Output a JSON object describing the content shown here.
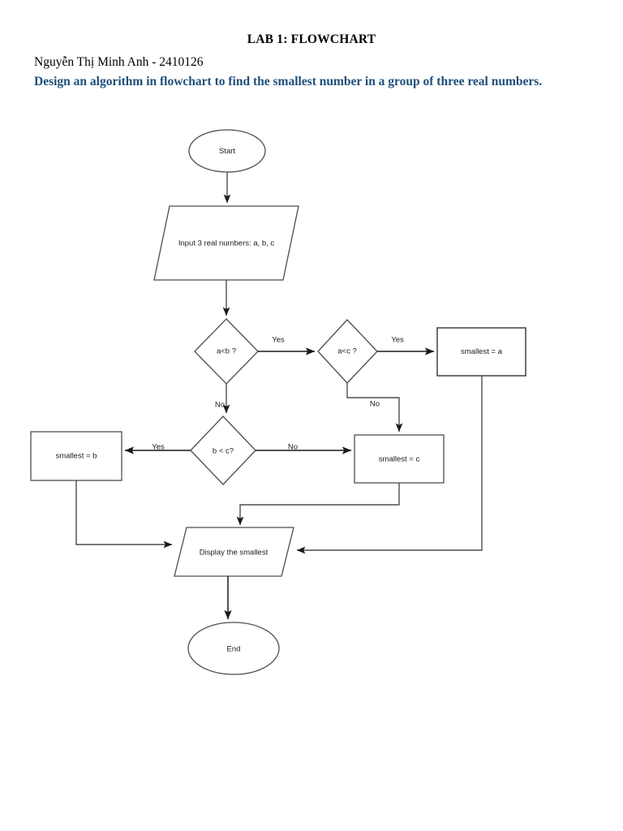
{
  "document": {
    "title": "LAB 1: FLOWCHART",
    "author": "Nguyễn Thị Minh Anh - 2410126",
    "prompt": "Design an algorithm in flowchart to find the smallest number in a group of three real numbers.",
    "title_color": "#000000",
    "prompt_color": "#1f4e79"
  },
  "flowchart": {
    "nodes": {
      "start": {
        "label": "Start",
        "shape": "ellipse"
      },
      "input": {
        "label": "Input 3 real numbers: a, b, c",
        "shape": "parallelogram"
      },
      "decision_ab": {
        "label": "a<b ?",
        "shape": "diamond"
      },
      "decision_ac": {
        "label": "a<c ?",
        "shape": "diamond"
      },
      "decision_bc": {
        "label": "b < c?",
        "shape": "diamond"
      },
      "assign_a": {
        "label": "smallest = a",
        "shape": "rectangle"
      },
      "assign_b": {
        "label": "smallest = b",
        "shape": "rectangle"
      },
      "assign_c": {
        "label": "smallest = c",
        "shape": "rectangle"
      },
      "display": {
        "label": "Display the smallest",
        "shape": "parallelogram"
      },
      "end": {
        "label": "End",
        "shape": "ellipse"
      }
    },
    "edge_labels": {
      "ab_yes": "Yes",
      "ab_no": "No",
      "ac_yes": "Yes",
      "ac_no": "No",
      "bc_yes": "Yes",
      "bc_no": "No"
    },
    "stroke_color": "#4d4d4d",
    "text_color": "#1a1a1a"
  }
}
